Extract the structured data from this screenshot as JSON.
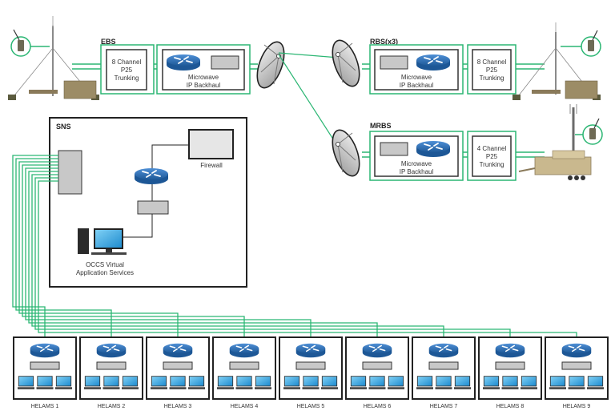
{
  "colors": {
    "link_green": "#2bb673",
    "box_border": "#2a2a2a",
    "router_blue": "#2d6fb5",
    "device_gray": "#c8c8c8",
    "screen_blue": "#3aa0dc"
  },
  "ebs": {
    "label": "EBS",
    "trunking": [
      "8 Channel",
      "P25",
      "Trunking"
    ],
    "backhaul": [
      "Microwave",
      "IP Backhaul"
    ]
  },
  "rbs": {
    "label": "RBS(x3)",
    "backhaul": [
      "Microwave",
      "IP Backhaul"
    ],
    "trunking": [
      "8 Channel",
      "P25",
      "Trunking"
    ]
  },
  "mrbs": {
    "label": "MRBS",
    "backhaul": [
      "Microwave",
      "IP Backhaul"
    ],
    "trunking": [
      "4 Channel",
      "P25",
      "Trunking"
    ]
  },
  "sns": {
    "label": "SNS",
    "firewall_label": "Firewall",
    "occs_label": [
      "OCCS Virtual",
      "Application Services"
    ]
  },
  "helams": [
    {
      "label": "HELAMS 1"
    },
    {
      "label": "HELAMS 2"
    },
    {
      "label": "HELAMS 3"
    },
    {
      "label": "HELAMS 4"
    },
    {
      "label": "HELAMS 5"
    },
    {
      "label": "HELAMS 6"
    },
    {
      "label": "HELAMS 7"
    },
    {
      "label": "HELAMS 8"
    },
    {
      "label": "HELAMS 9"
    }
  ]
}
